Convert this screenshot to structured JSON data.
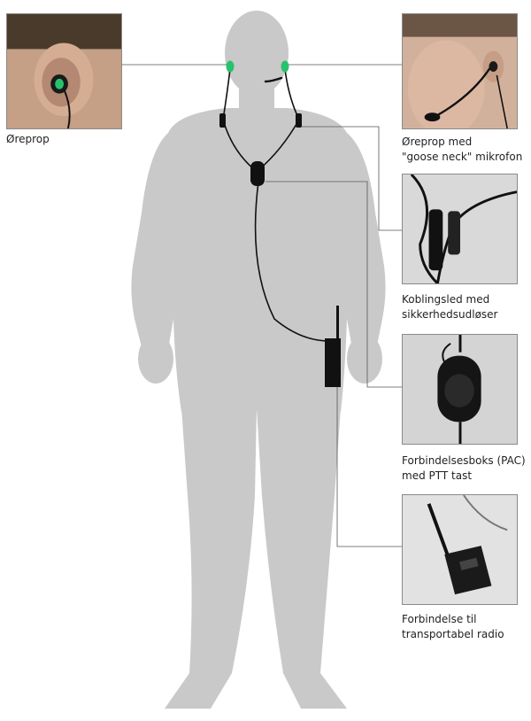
{
  "labels": {
    "ear_plug": {
      "lines": [
        "Øreprop"
      ]
    },
    "ear_plug_mic": {
      "lines": [
        "Øreprop med",
        "\"goose neck\" mikrofon"
      ]
    },
    "coupling": {
      "lines": [
        "Koblingsled med",
        "sikkerhedsudløser"
      ]
    },
    "pac": {
      "lines": [
        "Forbindelsesboks (PAC)",
        "med PTT tast"
      ]
    },
    "radio": {
      "lines": [
        "Forbindelse til",
        "transportabel radio"
      ]
    }
  },
  "colors": {
    "silhouette": "#c9c9c9",
    "cable": "#111111",
    "leader": "#555555",
    "earpiece": "#27c26b"
  },
  "photos": [
    "ear-closeup",
    "mouth-mic-closeup",
    "coupling-closeup",
    "pac-closeup",
    "radio-closeup"
  ]
}
